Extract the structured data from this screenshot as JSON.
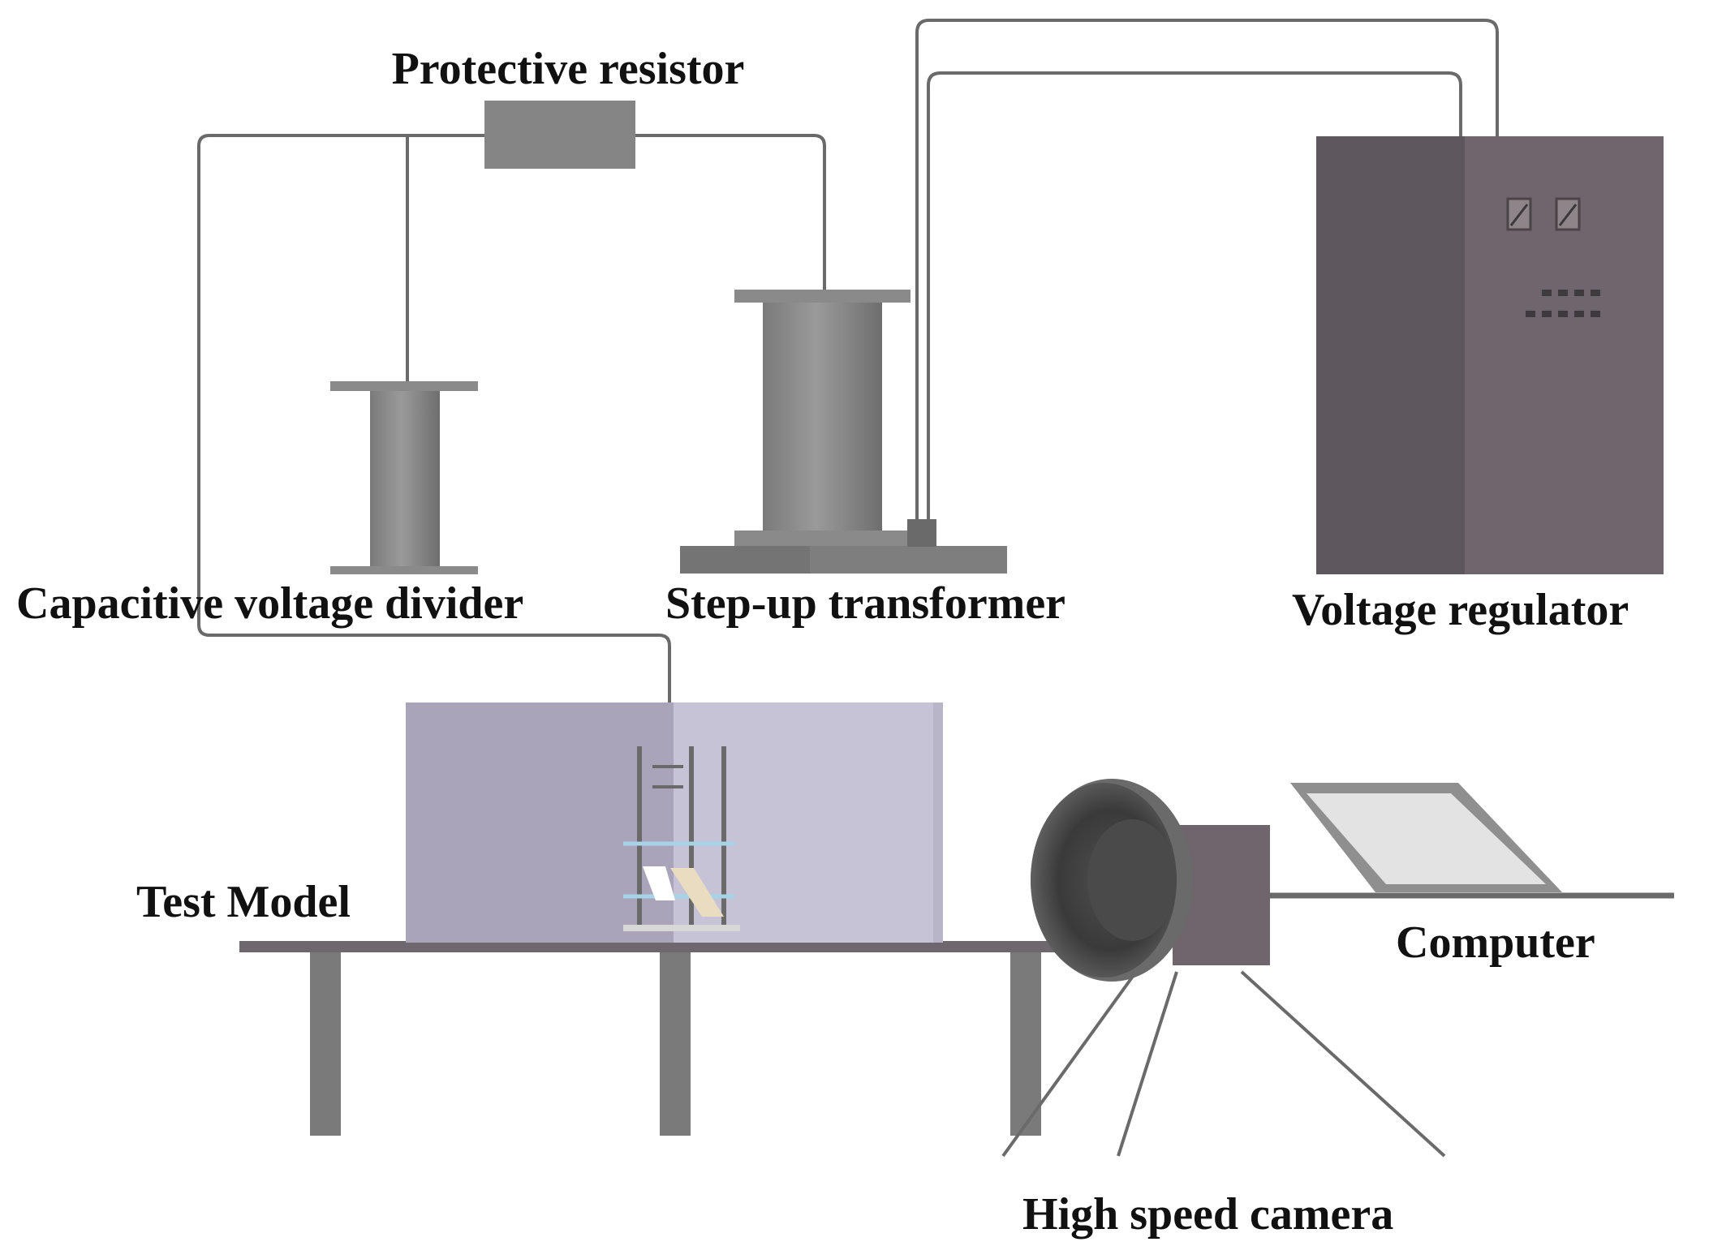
{
  "labels": {
    "protective_resistor": "Protective resistor",
    "capacitive_voltage_divider": "Capacitive voltage divider",
    "step_up_transformer": "Step-up transformer",
    "voltage_regulator": "Voltage regulator",
    "test_model": "Test Model",
    "computer": "Computer",
    "high_speed_camera": "High speed camera"
  },
  "colors": {
    "equipment_gray": "#8a8a8a",
    "regulator_front": "#6f666d",
    "regulator_side": "#5e575d",
    "tank_glass": "#c6c3d6",
    "table_top": "#6e686e",
    "wire": "#6a6a6a"
  }
}
